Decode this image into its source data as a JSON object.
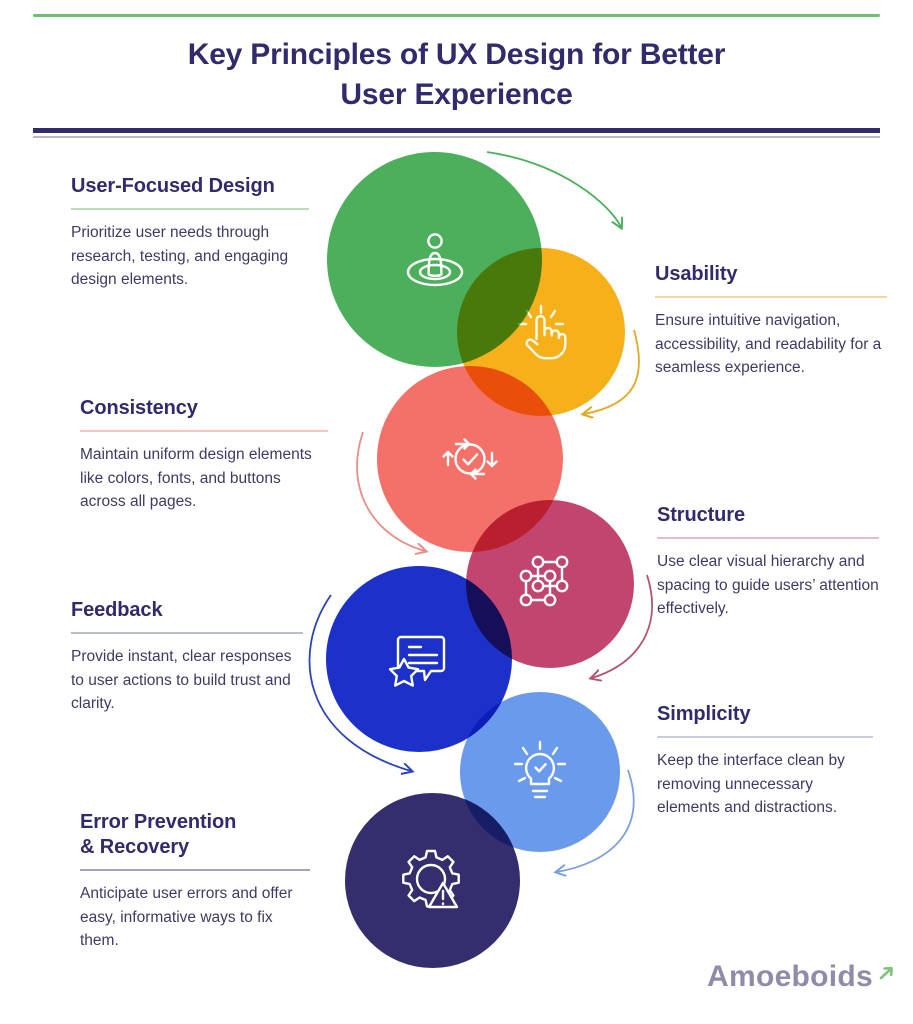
{
  "header": {
    "title": "Key Principles of UX Design for Better User Experience",
    "title_line1": "Key Principles of UX Design for Better",
    "title_line2": "User Experience",
    "top_rule_color": "#6ec06e",
    "bottom_rule_color": "#312a6b"
  },
  "principles": [
    {
      "id": "user-focused-design",
      "title": "User-Focused Design",
      "body": "Prioritize user needs through research, testing, and engaging design elements.",
      "accent": "#b9dfb9",
      "circle_color": "#4caf5c",
      "icon": "user-target-icon",
      "side": "left"
    },
    {
      "id": "usability",
      "title": "Usability",
      "body": "Ensure intuitive navigation, accessibility, and readability for a seamless experience.",
      "accent": "#f0d79a",
      "circle_color": "#f5b01a",
      "icon": "click-hand-icon",
      "side": "right"
    },
    {
      "id": "consistency",
      "title": "Consistency",
      "body": "Maintain uniform design elements like colors, fonts, and buttons across all pages.",
      "accent": "#f6c4bf",
      "circle_color": "#f4716a",
      "icon": "refresh-check-icon",
      "side": "left"
    },
    {
      "id": "structure",
      "title": "Structure",
      "body": "Use clear visual hierarchy and spacing to guide users’ attention effectively.",
      "accent": "#e2bccb",
      "circle_color": "#c2456f",
      "icon": "node-network-icon",
      "side": "right"
    },
    {
      "id": "feedback",
      "title": "Feedback",
      "body": "Provide instant, clear responses to user actions to build trust and clarity.",
      "accent": "#b6bfd2",
      "circle_color": "#1b31c9",
      "icon": "speech-star-icon",
      "side": "left"
    },
    {
      "id": "simplicity",
      "title": "Simplicity",
      "body": "Keep the interface clean by removing unnecessary elements and distractions.",
      "accent": "#c4cee0",
      "circle_color": "#6a9aec",
      "icon": "lightbulb-check-icon",
      "side": "right"
    },
    {
      "id": "error-prevention-recovery",
      "title": "Error Prevention & Recovery",
      "title_line1": "Error Prevention",
      "title_line2": "& Recovery",
      "body": "Anticipate user errors and offer easy, informative ways to fix them.",
      "accent": "#a6a3bc",
      "circle_color": "#342d6e",
      "icon": "gear-warning-icon",
      "side": "left"
    }
  ],
  "arrows": [
    {
      "id": "arrow-green-to-yellow",
      "color": "#4caf5c"
    },
    {
      "id": "arrow-yellow-to-coral",
      "color": "#e3a81f"
    },
    {
      "id": "arrow-coral-to-pink",
      "color": "#e98d86"
    },
    {
      "id": "arrow-pink-to-blue",
      "color": "#b4526f"
    },
    {
      "id": "arrow-blue-to-lightblue",
      "color": "#2b45b8"
    },
    {
      "id": "arrow-lightblue-to-navy",
      "color": "#7a9fdd"
    }
  ],
  "logo": {
    "name": "Amoeboids",
    "text_color": "#8e8caa",
    "accent_color": "#7cc47c"
  }
}
